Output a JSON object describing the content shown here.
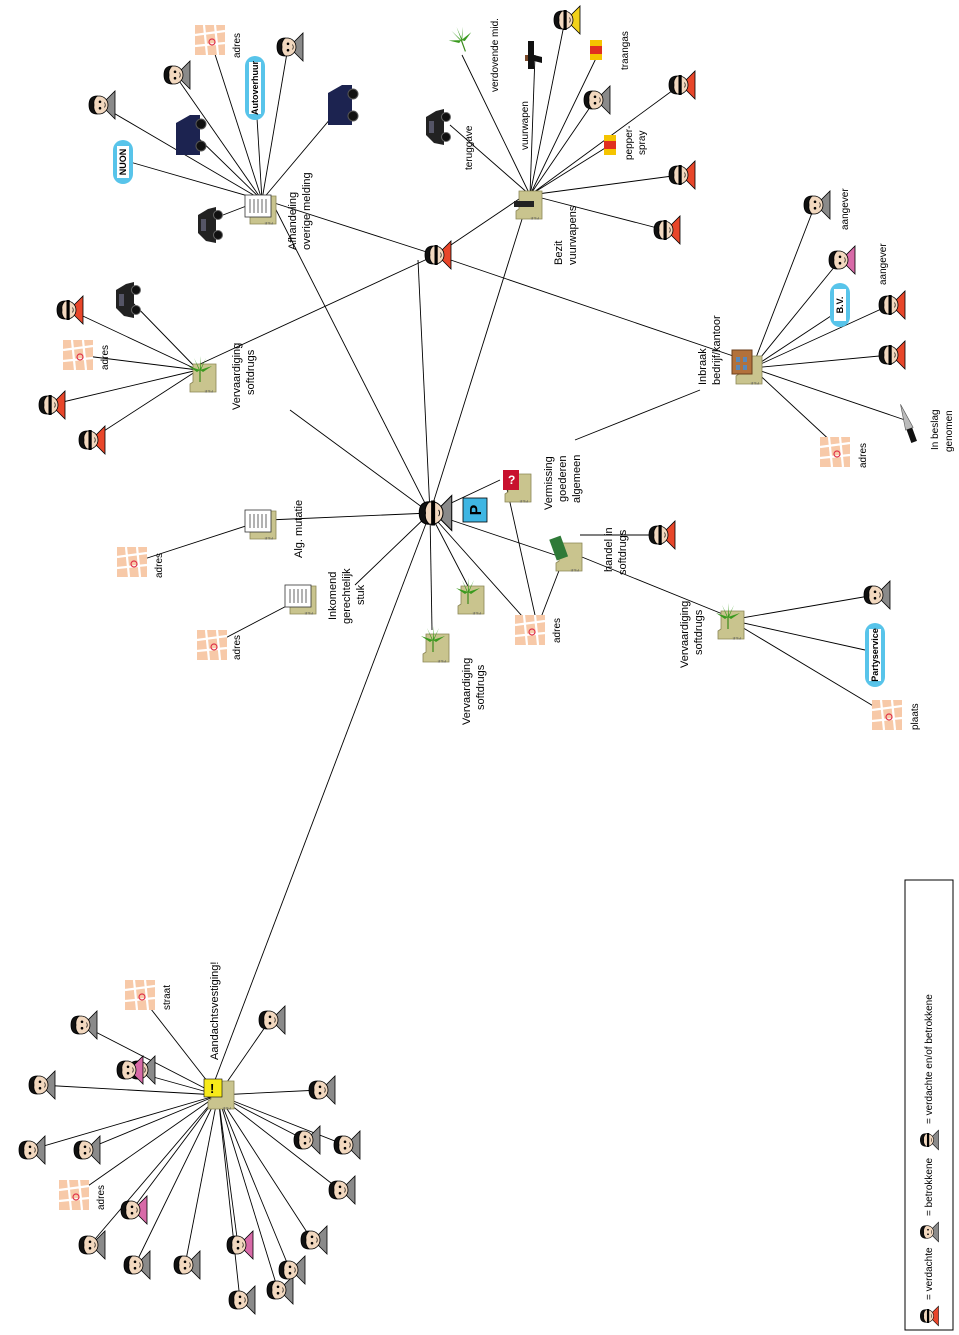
{
  "labels": {
    "afhandeling": [
      "Afhandeling",
      "overige melding"
    ],
    "bezit": [
      "Bezit",
      "vuurwapens"
    ],
    "inbraak": [
      "Inbraak",
      "bedrijf/kantoor"
    ],
    "verv_top": [
      "Vervaardiging",
      "softdrugs"
    ],
    "alg_mutatie": "Alg. mutatie",
    "inkomend": [
      "Inkomend",
      "gerechtelijk",
      "stuk"
    ],
    "vermissing": [
      "Vermissing",
      "goederen",
      "algemeen"
    ],
    "handel": [
      "handel in",
      "softdrugs"
    ],
    "verv_right": [
      "Vervaardiging",
      "softdrugs"
    ],
    "verv_bottom": [
      "Vervaardiging",
      "softdrugs"
    ],
    "aandacht": "Aandachtsvestiging!",
    "adres": "adres",
    "straat": "straat",
    "plaats": "plaats",
    "aangever": "aangever",
    "in_beslag": [
      "In beslag",
      "genomen"
    ],
    "teruggave": "teruggave",
    "vuurwapen": "vuurwapen",
    "verdovende": "verdovende mid.",
    "traangas": "traangas",
    "pepperspray": [
      "pepper-",
      "spray"
    ],
    "file": "FILE",
    "p_badge": "P",
    "q_badge": "?",
    "ex_badge": "!"
  },
  "orgs": {
    "nuon": "NUON",
    "autoverhuur": "Autoverhuur",
    "bv": "B.V.",
    "partyservice": "Partyservice"
  },
  "legend": {
    "verdachte": "= verdachte",
    "betrokkene": "= betrokkene",
    "both": "= verdachte en/of betrokkene"
  },
  "colors": {
    "suspect": "#e8462a",
    "involved": "#8a8a8a",
    "female": "#d86aa8",
    "yellow": "#f2d21a",
    "folder": "#c9c48e",
    "org": "#58c4ea",
    "van": "#1c2350",
    "map": "#f7c9a8"
  }
}
